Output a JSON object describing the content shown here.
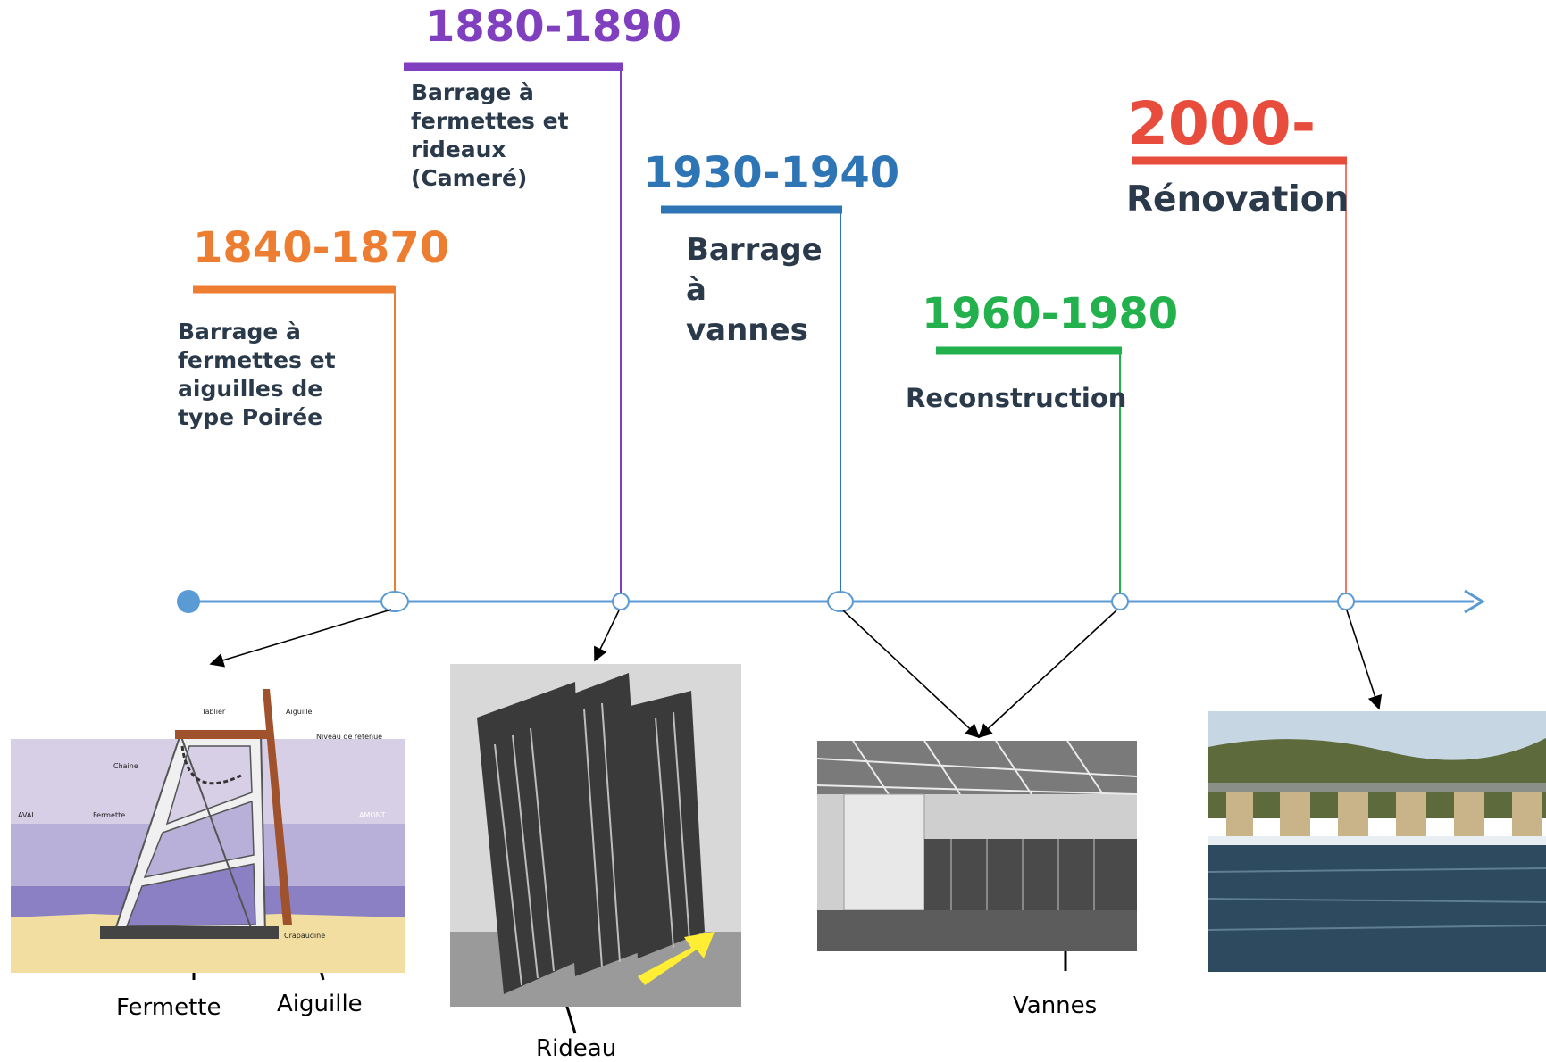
{
  "colors": {
    "axis": "#5b9bd5",
    "p1840": "#ed7d31",
    "p1880": "#7f3fbf",
    "p1930": "#2e75b6",
    "p1960": "#22b14c",
    "p2000": "#e84c3d",
    "text": "#2b3a4a"
  },
  "periods": [
    {
      "year": "1840-1870",
      "desc": "Barrage à fermettes et aiguilles de type Poirée"
    },
    {
      "year": "1880-1890",
      "desc": "Barrage à fermettes et rideaux (Cameré)"
    },
    {
      "year": "1930-1940",
      "desc": "Barrage à vannes"
    },
    {
      "year": "1960-1980",
      "desc": "Reconstruction"
    },
    {
      "year": "2000-",
      "desc": "Rénovation"
    }
  ],
  "diagram1": {
    "labels": {
      "tablier": "Tablier",
      "aiguille": "Aiguille",
      "niveau": "Niveau de retenue",
      "chaine": "Chaine",
      "aval": "AVAL",
      "fermette": "Fermette",
      "amont": "AMONT",
      "crapaudine": "Crapaudine"
    }
  },
  "captions": {
    "fermette": "Fermette",
    "aiguille": "Aiguille",
    "rideau": "Rideau",
    "vannes": "Vannes"
  }
}
